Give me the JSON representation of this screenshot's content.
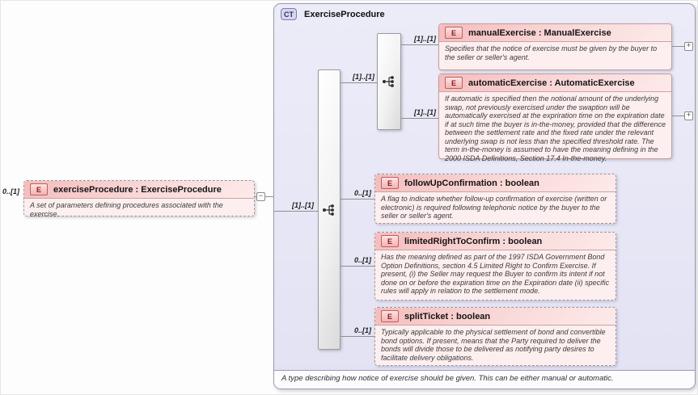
{
  "root": {
    "cardinality": "0..[1]",
    "badge": "E",
    "title": "exerciseProcedure : ExerciseProcedure",
    "description": "A set of parameters defining procedures associated with the exercise.",
    "collapse_glyph": "−"
  },
  "complex_type": {
    "badge": "CT",
    "title": "ExerciseProcedure",
    "entry_cardinality": "[1]..[1]",
    "footer": "A type describing how notice of exercise should be given. This can be either manual or automatic."
  },
  "choice": {
    "cardinality": "[1]..[1]"
  },
  "elements": {
    "manualExercise": {
      "badge": "E",
      "cardinality": "[1]..[1]",
      "title": "manualExercise : ManualExercise",
      "description": "Specifies that the notice of exercise must be given by the buyer to the seller or seller's agent.",
      "expand_glyph": "+"
    },
    "automaticExercise": {
      "badge": "E",
      "cardinality": "[1]..[1]",
      "title": "automaticExercise : AutomaticExercise",
      "description": "If automatic is specified then the notional amount of the underlying swap, not previously exercised under the swaption will be automatically exercised at the expriration time on the expiration date if at such time the buyer is in-the-money, provided that the difference between the settlement rate and the fixed rate under the relevant underlying swap is not less than the specified threshold rate. The term in-the-money is assumed to have the meaning defining in the 2000 ISDA Definitions, Section 17.4 In-the-money.",
      "expand_glyph": "+"
    },
    "followUpConfirmation": {
      "badge": "E",
      "cardinality": "0..[1]",
      "title": "followUpConfirmation : boolean",
      "description": "A flag to indicate whether follow-up confirmation of exercise (written or electronic) is required following telephonic notice by the buyer to the seller or seller's agent."
    },
    "limitedRightToConfirm": {
      "badge": "E",
      "cardinality": "0..[1]",
      "title": "limitedRightToConfirm : boolean",
      "description": "Has the meaning defined as part of the 1997 ISDA Government Bond Option Definitions, section 4.5 Limited Right to Confirm Exercise. If present, (i) the Seller may request the Buyer to confirm its intent if not done on or before the expiration time on the Expiration date (ii) specific rules will apply in relation to the settlement mode."
    },
    "splitTicket": {
      "badge": "E",
      "cardinality": "0..[1]",
      "title": "splitTicket : boolean",
      "description": "Typically applicable to the physical settlement of bond and convertible bond options. If present, means that the Party required to deliver the bonds will divide those to be delivered as notifying party desires to facilitate delivery obligations."
    }
  },
  "colors": {
    "container_bg": "#e6e6f6",
    "element_header_pink": "#f5bcbc",
    "element_body_pink": "#fdefef",
    "badge_e_border": "#bf5f5f",
    "badge_ct_bg": "#d6d6f0",
    "connector": "#8f8f8f"
  }
}
